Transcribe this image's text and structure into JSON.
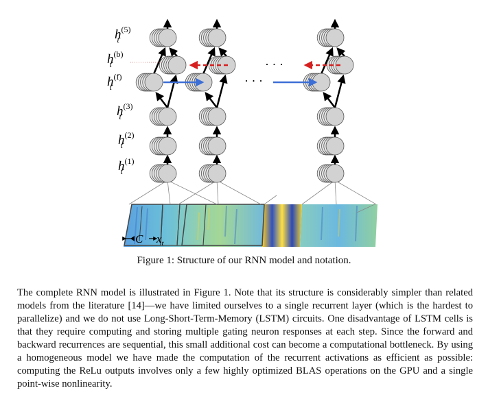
{
  "figure": {
    "labels": {
      "h5": "h",
      "h5_sup": "(5)",
      "hb": "h",
      "hb_sup": "(b)",
      "hf": "h",
      "hf_sup": "(f)",
      "h3": "h",
      "h3_sup": "(3)",
      "h2": "h",
      "h2_sup": "(2)",
      "h1": "h",
      "h1_sup": "(1)",
      "sub_t": "t",
      "ellipsis": "· · ·",
      "input_C": "C",
      "input_x": "x",
      "input_x_sub": "t"
    },
    "colors": {
      "neuron_fill": "#d2d2d2",
      "neuron_stroke": "#555555",
      "forward_arrow": "#3d6fd6",
      "backward_arrow": "#d62020",
      "black_arrow": "#000000"
    }
  },
  "caption": "Figure 1: Structure of our RNN model and notation.",
  "paragraph": "The complete RNN model is illustrated in Figure 1. Note that its structure is considerably simpler than related models from the literature [14]—we have limited ourselves to a single recurrent layer (which is the hardest to parallelize) and we do not use Long-Short-Term-Memory (LSTM) circuits. One disadvantage of LSTM cells is that they require computing and storing multiple gating neuron responses at each step. Since the forward and backward recurrences are sequential, this small additional cost can become a computational bottleneck. By using a homogeneous model we have made the computation of the recurrent activations as efficient as possible: computing the ReLu outputs involves only a few highly optimized BLAS operations on the GPU and a single point-wise nonlinearity."
}
